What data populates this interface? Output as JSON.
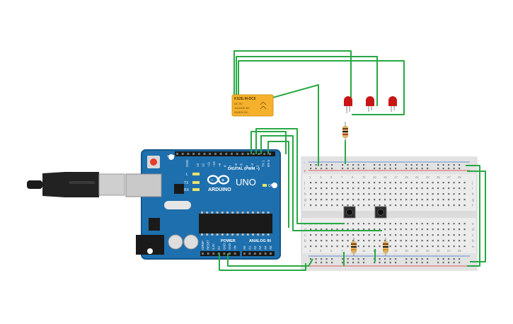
{
  "colors": {
    "wire": "#27a844",
    "board": "#1e6fad",
    "board_dark": "#16568a",
    "breadboard": "#ececec",
    "rail_red": "#d33",
    "rail_blue": "#3a6fd3",
    "relay": "#f5b12c",
    "led": "#c81616",
    "chip": "#1a1a1a"
  },
  "arduino": {
    "brand": "ARDUINO",
    "model": "UNO",
    "digital_label": "DIGITAL (PWM ~)",
    "power_label": "POWER",
    "analog_label": "ANALOG IN",
    "on_label": "ON",
    "tx_label": "TX",
    "rx_label": "RX",
    "l_label": "L",
    "aref": "AREF",
    "gnd": "GND",
    "digital_pins": [
      "13",
      "12",
      "~11",
      "~10",
      "~9",
      "8",
      "7",
      "~6",
      "~5",
      "4",
      "~3",
      "2",
      "TX 1",
      "RX 0"
    ],
    "power_pins": [
      "IOREF",
      "RESET",
      "3.3V",
      "5V",
      "GND",
      "GND",
      "Vin"
    ],
    "analog_pins": [
      "A0",
      "A1",
      "A2",
      "A3",
      "A4",
      "A5"
    ]
  },
  "relay": {
    "model": "KS2E-M-DC5",
    "lines": [
      "DC 5V",
      "1A/120V AC",
      "2A/30V DC"
    ]
  },
  "breadboard": {
    "letters_top": [
      "j",
      "i",
      "h",
      "g",
      "f"
    ],
    "letters_bottom": [
      "e",
      "d",
      "c",
      "b",
      "a"
    ],
    "numbers": [
      "1",
      "3",
      "5",
      "7",
      "9",
      "11",
      "13",
      "15",
      "17",
      "19",
      "21",
      "23",
      "25",
      "27",
      "29"
    ]
  },
  "icons": {
    "usb": "usb-plug-icon",
    "reset": "reset-button-icon",
    "infinity": "arduino-logo-icon"
  }
}
